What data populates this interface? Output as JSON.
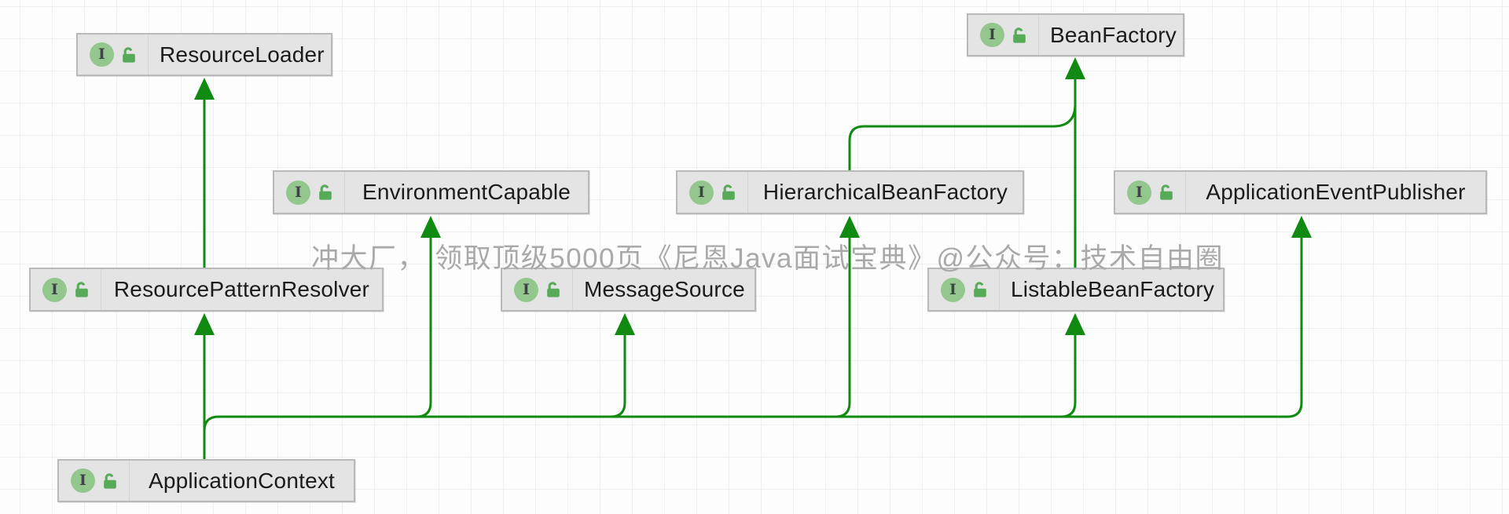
{
  "diagram": {
    "kind": "uml-interface-hierarchy",
    "nodes": [
      {
        "id": "ResourceLoader",
        "label": "ResourceLoader",
        "type": "interface",
        "visibility": "public"
      },
      {
        "id": "BeanFactory",
        "label": "BeanFactory",
        "type": "interface",
        "visibility": "public"
      },
      {
        "id": "EnvironmentCapable",
        "label": "EnvironmentCapable",
        "type": "interface",
        "visibility": "public"
      },
      {
        "id": "HierarchicalBeanFactory",
        "label": "HierarchicalBeanFactory",
        "type": "interface",
        "visibility": "public"
      },
      {
        "id": "ApplicationEventPublisher",
        "label": "ApplicationEventPublisher",
        "type": "interface",
        "visibility": "public"
      },
      {
        "id": "ResourcePatternResolver",
        "label": "ResourcePatternResolver",
        "type": "interface",
        "visibility": "public"
      },
      {
        "id": "MessageSource",
        "label": "MessageSource",
        "type": "interface",
        "visibility": "public"
      },
      {
        "id": "ListableBeanFactory",
        "label": "ListableBeanFactory",
        "type": "interface",
        "visibility": "public"
      },
      {
        "id": "ApplicationContext",
        "label": "ApplicationContext",
        "type": "interface",
        "visibility": "public"
      }
    ],
    "edges": [
      {
        "from": "ResourcePatternResolver",
        "to": "ResourceLoader",
        "relation": "extends"
      },
      {
        "from": "ApplicationContext",
        "to": "ResourcePatternResolver",
        "relation": "extends"
      },
      {
        "from": "ApplicationContext",
        "to": "EnvironmentCapable",
        "relation": "extends"
      },
      {
        "from": "ApplicationContext",
        "to": "MessageSource",
        "relation": "extends"
      },
      {
        "from": "ApplicationContext",
        "to": "HierarchicalBeanFactory",
        "relation": "extends"
      },
      {
        "from": "ApplicationContext",
        "to": "ListableBeanFactory",
        "relation": "extends"
      },
      {
        "from": "ApplicationContext",
        "to": "ApplicationEventPublisher",
        "relation": "extends"
      },
      {
        "from": "HierarchicalBeanFactory",
        "to": "BeanFactory",
        "relation": "extends"
      },
      {
        "from": "ListableBeanFactory",
        "to": "BeanFactory",
        "relation": "extends"
      }
    ],
    "icon_glyphs": {
      "interface_letter": "I"
    }
  },
  "watermark": {
    "text": "冲大厂， 领取顶级5000页《尼恩Java面试宝典》@公众号：技术自由圈"
  },
  "colors": {
    "edge_green": "#108a10",
    "node_fill": "#e4e4e4",
    "node_border": "#b9b9b9",
    "interface_icon_fill": "#93c78e",
    "interface_icon_letter": "#3e4347",
    "lock_icon_green": "#57aa57",
    "label_text": "#1b1b1b",
    "watermark_gray": "#a9a9a9",
    "grid_line": "#f0f0f0"
  }
}
